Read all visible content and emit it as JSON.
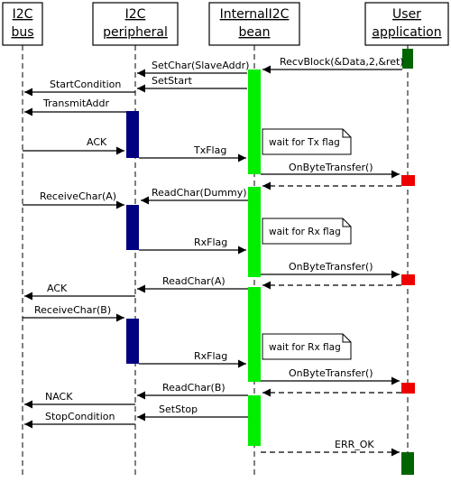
{
  "participants": [
    {
      "id": "bus",
      "line1": "I2C",
      "line2": "bus"
    },
    {
      "id": "peripheral",
      "line1": "I2C",
      "line2": "peripheral"
    },
    {
      "id": "bean",
      "line1": "InternalI2C",
      "line2": "bean"
    },
    {
      "id": "user",
      "line1": "User",
      "line2": "application"
    }
  ],
  "messages": [
    {
      "from": "user",
      "to": "bean",
      "label": "RecvBlock(&Data,2,&ret)"
    },
    {
      "from": "bean",
      "to": "peripheral",
      "label": "SetChar(SlaveAddr)"
    },
    {
      "from": "peripheral",
      "to": "bus",
      "label": "StartCondition"
    },
    {
      "from": "bean",
      "to": "peripheral",
      "label": "SetStart"
    },
    {
      "from": "peripheral",
      "to": "bus",
      "label": "TransmitAddr"
    },
    {
      "from": "bus",
      "to": "peripheral",
      "label": "ACK"
    },
    {
      "from": "peripheral",
      "to": "bean",
      "label": "TxFlag"
    },
    {
      "from": "bean",
      "to": "user",
      "label": "OnByteTransfer()"
    },
    {
      "from": "user",
      "to": "bean",
      "label": "",
      "return": true
    },
    {
      "from": "bean",
      "to": "peripheral",
      "label": "ReadChar(Dummy)"
    },
    {
      "from": "bus",
      "to": "peripheral",
      "label": "ReceiveChar(A)"
    },
    {
      "from": "peripheral",
      "to": "bean",
      "label": "RxFlag"
    },
    {
      "from": "bean",
      "to": "user",
      "label": "OnByteTransfer()"
    },
    {
      "from": "user",
      "to": "bean",
      "label": "",
      "return": true
    },
    {
      "from": "bean",
      "to": "peripheral",
      "label": "ReadChar(A)"
    },
    {
      "from": "peripheral",
      "to": "bus",
      "label": "ACK"
    },
    {
      "from": "bus",
      "to": "peripheral",
      "label": "ReceiveChar(B)"
    },
    {
      "from": "peripheral",
      "to": "bean",
      "label": "RxFlag"
    },
    {
      "from": "bean",
      "to": "user",
      "label": "OnByteTransfer()"
    },
    {
      "from": "user",
      "to": "bean",
      "label": "",
      "return": true
    },
    {
      "from": "bean",
      "to": "peripheral",
      "label": "ReadChar(B)"
    },
    {
      "from": "peripheral",
      "to": "bus",
      "label": "NACK"
    },
    {
      "from": "bean",
      "to": "peripheral",
      "label": "SetStop"
    },
    {
      "from": "peripheral",
      "to": "bus",
      "label": "StopCondition"
    },
    {
      "from": "bean",
      "to": "user",
      "label": "ERR_OK",
      "return": true
    }
  ],
  "notes": [
    {
      "text": "wait for Tx flag"
    },
    {
      "text": "wait for Rx flag"
    },
    {
      "text": "wait for Rx flag"
    }
  ],
  "colors": {
    "peripheral_activation": "#000080",
    "bean_activation": "#00ee00",
    "user_activation": "#006400",
    "callback_activation": "#ee0000"
  }
}
